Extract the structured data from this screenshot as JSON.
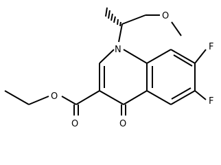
{
  "atoms": {
    "N": "N",
    "O_ring": "O",
    "O_ester_single": "O",
    "O_ester_carbonyl": "O",
    "O_ketone": "O",
    "F_upper": "F",
    "F_lower": "F"
  }
}
